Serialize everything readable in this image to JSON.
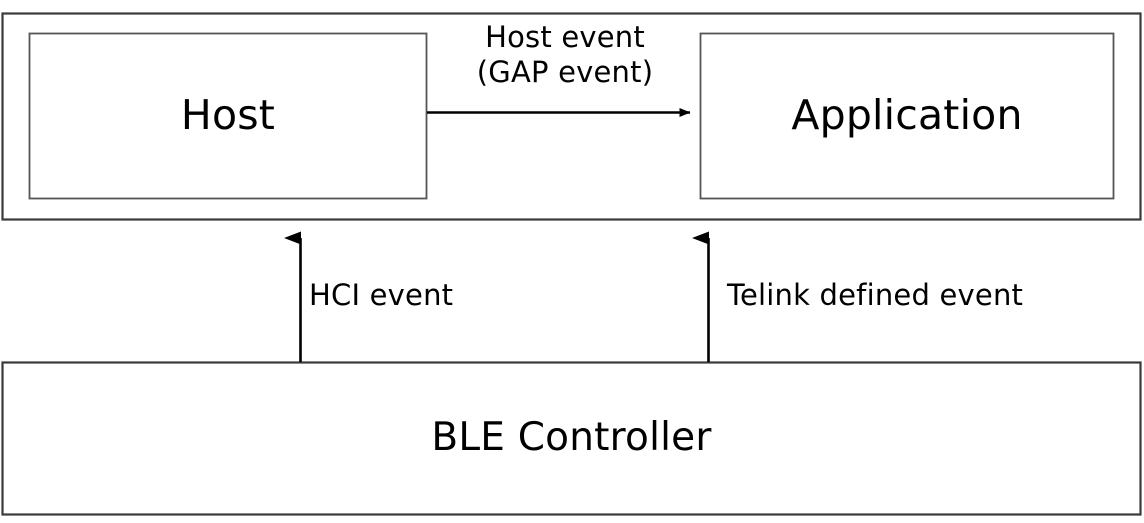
{
  "diagram": {
    "title": "BLE event propagation diagram",
    "colors": {
      "stroke": "#3a3a3a",
      "stroke_dark": "#000000",
      "background": "#ffffff",
      "text": "#000000"
    },
    "boxes": [
      {
        "id": "stack-container",
        "label": "",
        "role": "outer-container"
      },
      {
        "id": "host",
        "label": "Host"
      },
      {
        "id": "application",
        "label": "Application"
      },
      {
        "id": "ble-controller",
        "label": "BLE Controller"
      }
    ],
    "arrows": [
      {
        "id": "host-to-application",
        "from": "host",
        "to": "application",
        "direction": "right",
        "label_lines": [
          "Host event",
          "(GAP event)"
        ],
        "label": "Host event (GAP event)"
      },
      {
        "id": "controller-to-host",
        "from": "ble-controller",
        "to": "host",
        "direction": "up",
        "label": "HCI event"
      },
      {
        "id": "controller-to-application",
        "from": "ble-controller",
        "to": "application",
        "direction": "up",
        "label": "Telink defined event"
      }
    ]
  }
}
